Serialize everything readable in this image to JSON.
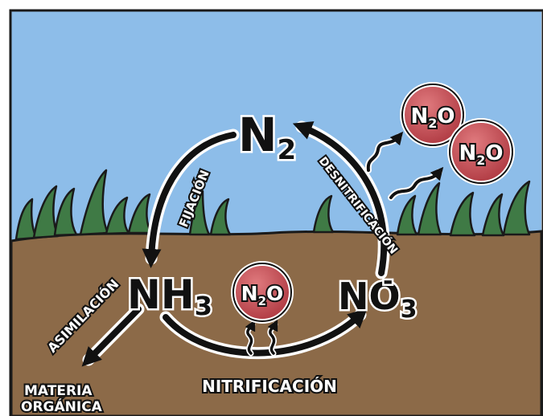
{
  "colors": {
    "sky": "#8dbde9",
    "soil": "#8c6a48",
    "grass": "#3f7a45",
    "molecule": "#c0484f",
    "arrow": "#111111",
    "outline": "#ffffff"
  },
  "nodes": {
    "n2": "N",
    "n2_sub": "2",
    "nh3": "NH",
    "nh3_sub": "3",
    "no3": "NO",
    "no3_sub": "3",
    "no3_sup": "-"
  },
  "processes": {
    "fijacion": "FIJACIÓN",
    "desnitrificacion": "DESNITRIFICACIÓN",
    "nitrificacion": "NITRIFICACIÓN",
    "asimilacion": "ASIMILACIÓN"
  },
  "materia_organica": {
    "line1": "MATERIA",
    "line2": "ORGÁNICA"
  },
  "n2o": {
    "n": "N",
    "sub": "2",
    "o": "O"
  },
  "icons": [
    "n2o-molecule-icon",
    "emission-arrow-icon",
    "cycle-arrow-icon"
  ]
}
